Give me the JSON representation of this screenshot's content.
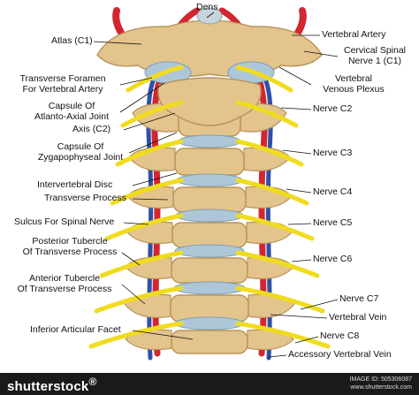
{
  "labels": {
    "dens": "Dens",
    "atlas": "Atlas (C1)",
    "transverse_foramen_1": "Transverse Foramen",
    "transverse_foramen_2": "For Vertebral Artery",
    "capsule_aa_1": "Capsule Of",
    "capsule_aa_2": "Atlanto-Axial Joint",
    "axis": "Axis (C2)",
    "capsule_zyg_1": "Capsule Of",
    "capsule_zyg_2": "Zygapophyseal Joint",
    "intervertebral_disc": "Intervertebral Disc",
    "transverse_process": "Transverse Process",
    "sulcus": "Sulcus For Spinal Nerve",
    "posterior_tubercle_1": "Posterior Tubercle",
    "posterior_tubercle_2": "Of Transverse Process",
    "anterior_tubercle_1": "Anterior Tubercle",
    "anterior_tubercle_2": "Of Transverse Process",
    "inferior_facet": "Inferior Articular Facet",
    "vertebral_artery": "Vertebral Artery",
    "cervical_nerve_1": "Cervical Spinal",
    "cervical_nerve_2": "Nerve 1 (C1)",
    "venous_plexus_1": "Vertebral",
    "venous_plexus_2": "Venous Plexus",
    "nerve_c2": "Nerve C2",
    "nerve_c3": "Nerve C3",
    "nerve_c4": "Nerve C4",
    "nerve_c5": "Nerve C5",
    "nerve_c6": "Nerve C6",
    "nerve_c7": "Nerve C7",
    "vertebral_vein": "Vertebral Vein",
    "nerve_c8": "Nerve C8",
    "accessory_vein": "Accessory Vertebral Vein"
  },
  "footer": {
    "brand": "shutterstock",
    "brand_mark": "®",
    "image_id_label": "IMAGE ID: 505306087",
    "site": "www.shutterstock.com"
  },
  "colors": {
    "bone": "#e3c48d",
    "bone_shadow": "#b8935a",
    "disc": "#aec7d8",
    "artery": "#d22630",
    "vein": "#2f4fa8",
    "nerve": "#f0dc1e",
    "footer_bg": "#1a1a1a"
  },
  "icons": {
    "brand_logo": "shutterstock-wordmark"
  }
}
